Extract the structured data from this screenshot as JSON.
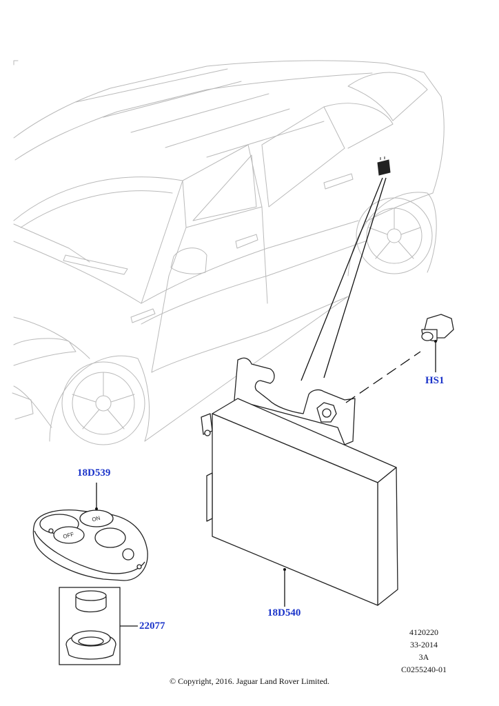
{
  "callouts": {
    "hs1": "HS1",
    "module": "18D540",
    "remote": "18D539",
    "battery": "22077"
  },
  "meta": {
    "line1": "4120220",
    "line2": "33-2014",
    "line3": "3A",
    "line4": "C0255240-01"
  },
  "copyright": "© Copyright, 2016. Jaguar Land Rover Limited.",
  "colors": {
    "callout": "#1a33c9",
    "vehicle_outline": "#b9b9b9",
    "part_outline": "#222222"
  },
  "remote_buttons": {
    "left": "OFF",
    "right": "ON"
  }
}
